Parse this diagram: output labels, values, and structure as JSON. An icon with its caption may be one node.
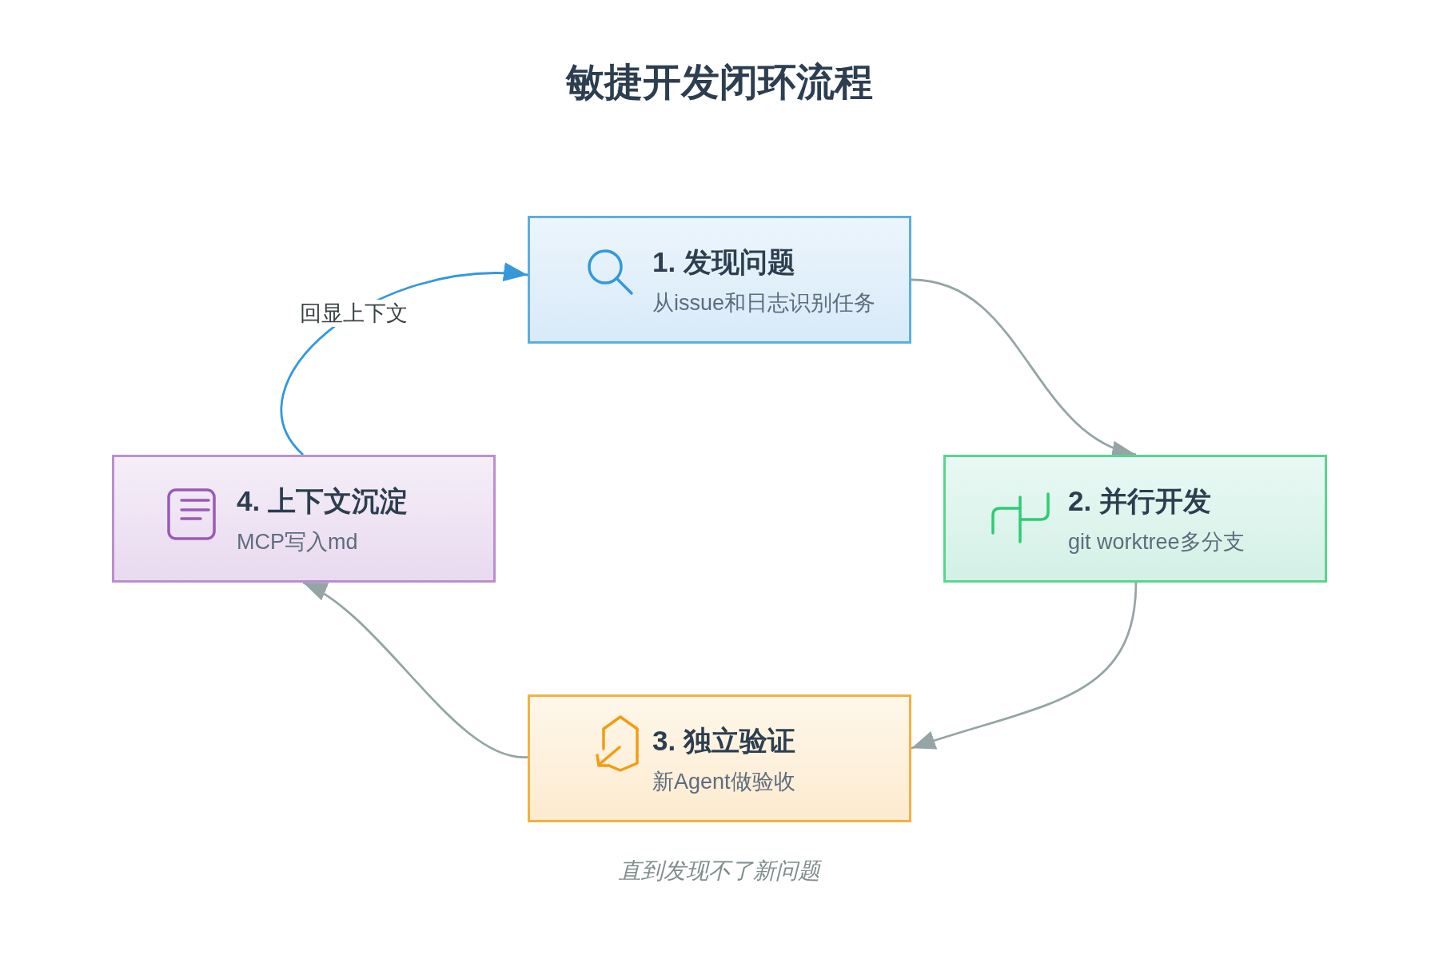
{
  "diagram": {
    "title": "敏捷开发闭环流程",
    "nodes": [
      {
        "text": [
          "1. 发现问题",
          "从issue和日志识别任务"
        ]
      },
      {
        "text": [
          "2. 并行开发",
          "git worktree多分支"
        ]
      },
      {
        "text": [
          "3. 独立验证",
          "新Agent做验收"
        ]
      },
      {
        "text": [
          "4. 上下文沉淀",
          "MCP写入md"
        ]
      }
    ],
    "edges": [
      {
        "from": 0,
        "to": 1,
        "arrow": "to"
      },
      {
        "from": 1,
        "to": 2,
        "arrow": "to"
      },
      {
        "from": 2,
        "to": 3,
        "arrow": "to"
      },
      {
        "from": 3,
        "to": 0,
        "arrow": "to",
        "label": "回显上下文",
        "color": "#3498db"
      }
    ],
    "caption": "直到发现不了新问题"
  }
}
